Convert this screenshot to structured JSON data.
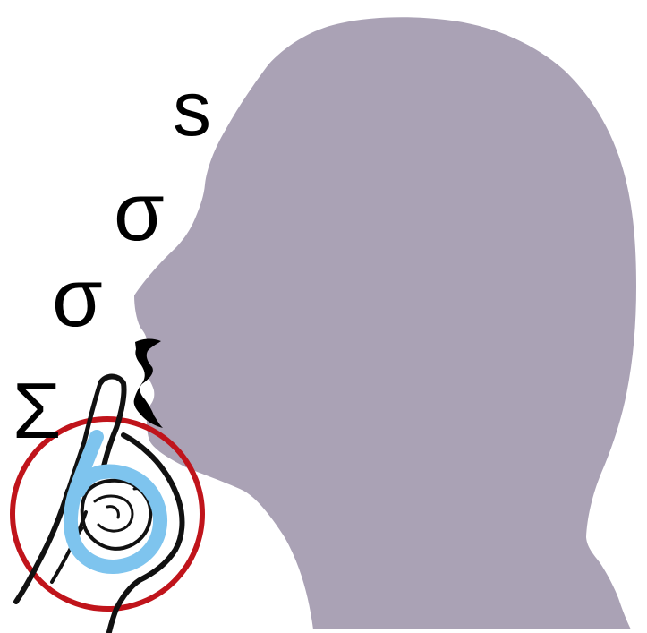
{
  "letters": {
    "latin_s": "s",
    "sigma_upper_lower": "σ",
    "sigma_lower": "σ",
    "sigma_capital": "Σ"
  },
  "colors": {
    "background": "#ffffff",
    "head_silhouette": "#aaa2b5",
    "mouth_outline": "#000000",
    "hand_outline": "#111111",
    "handshape_highlight": "#7ec4ee",
    "circle_ring": "#c0141b"
  },
  "icons": {
    "head": "head-profile-silhouette",
    "hand": "hand-handshape-drawing",
    "highlight": "handshape-highlight-curve",
    "ring": "red-circle-ring"
  }
}
